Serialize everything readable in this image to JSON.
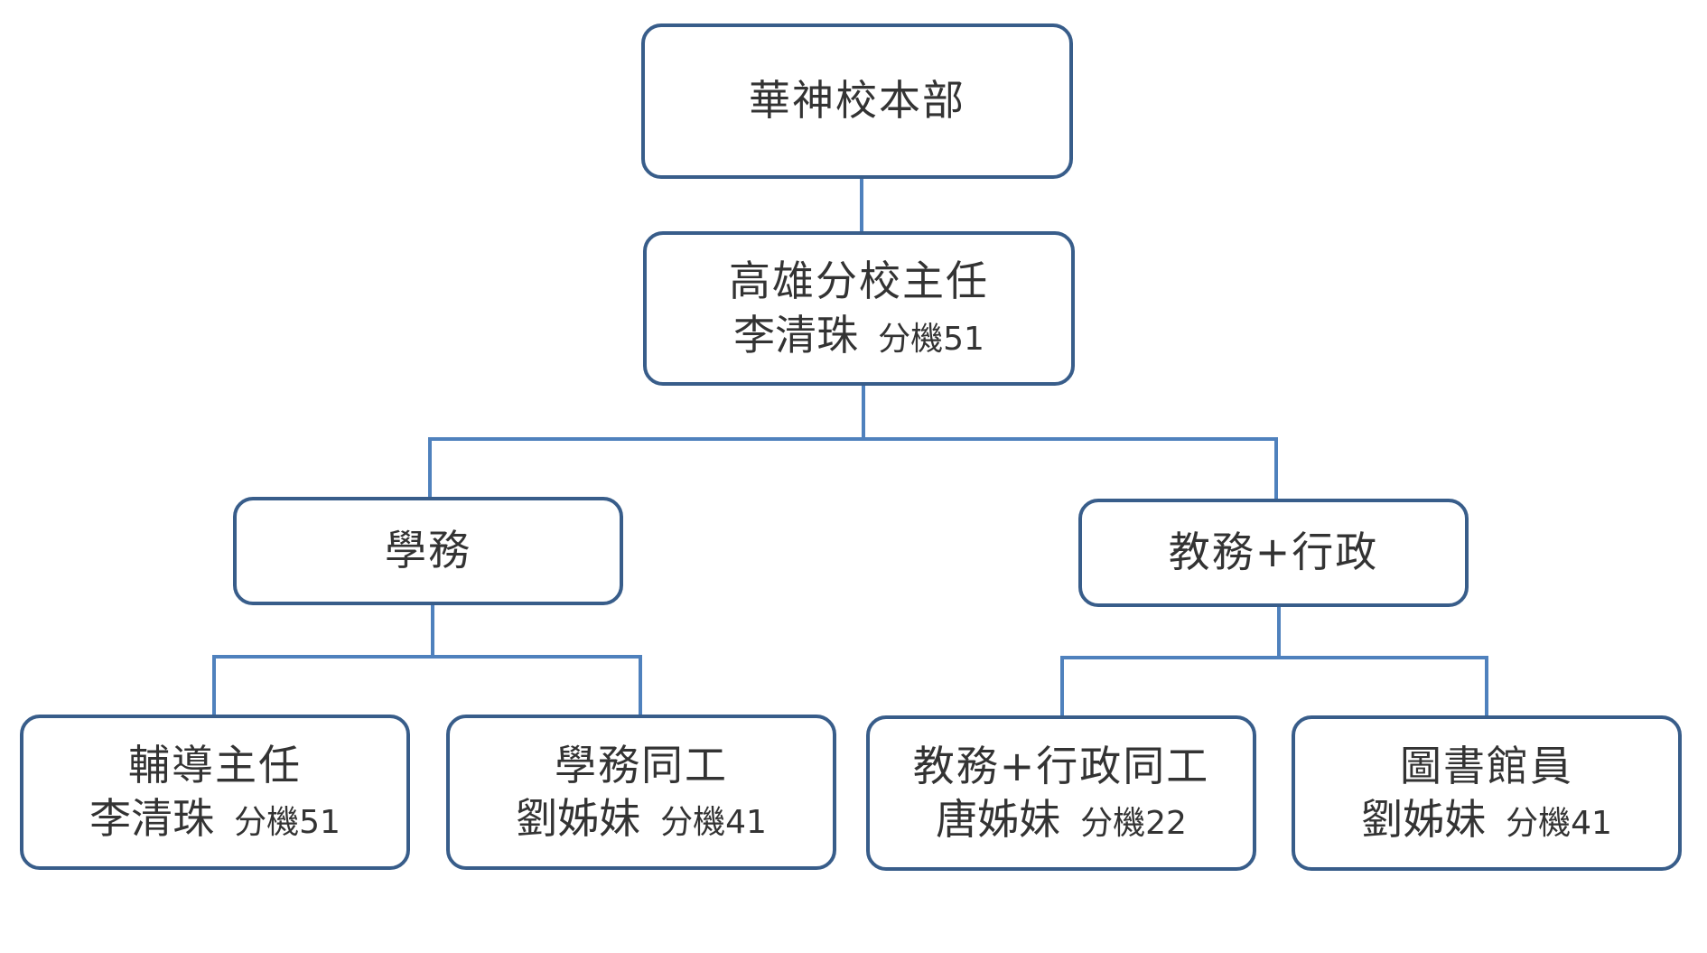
{
  "nodes": {
    "root": {
      "title": "華神校本部"
    },
    "branch_head": {
      "title": "高雄分校主任",
      "name": "李清珠",
      "ext": "分機51"
    },
    "student_affairs": {
      "title": "學務"
    },
    "academic_admin": {
      "title": "教務+行政"
    },
    "counseling_director": {
      "title": "輔導主任",
      "name": "李清珠",
      "ext": "分機51"
    },
    "student_affairs_staff": {
      "title": "學務同工",
      "name": "劉姊妹",
      "ext": "分機41"
    },
    "academic_admin_staff": {
      "title": "教務+行政同工",
      "name": "唐姊妹",
      "ext": "分機22"
    },
    "librarian": {
      "title": "圖書館員",
      "name": "劉姊妹",
      "ext": "分機41"
    }
  },
  "colors": {
    "box_border": "#385d8a",
    "connector": "#4f81bd",
    "text": "#333333",
    "background": "#ffffff"
  }
}
